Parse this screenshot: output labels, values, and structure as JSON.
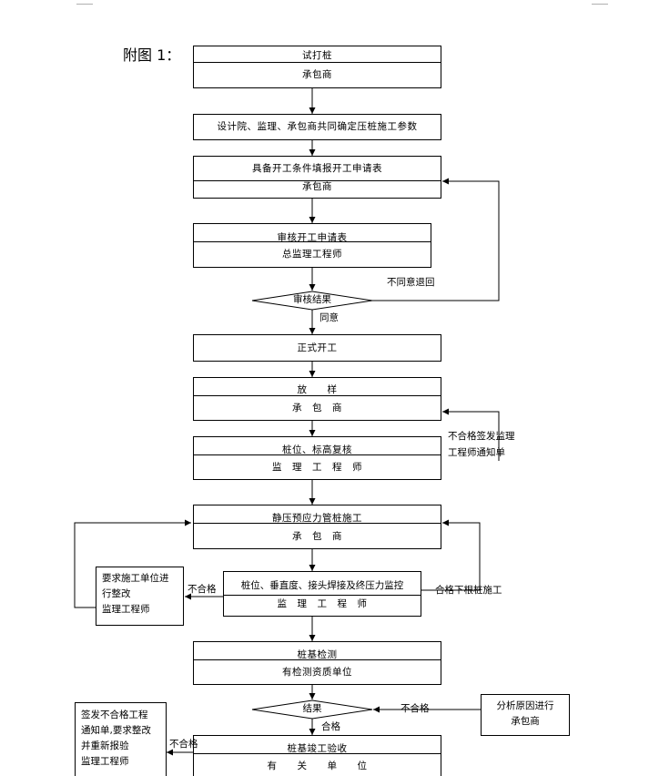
{
  "heading": "附图 1：",
  "steps": {
    "trial_pile": {
      "title": "试打桩",
      "role": "承包商"
    },
    "determine_params": {
      "title": "设计院、监理、承包商共同确定压桩施工参数"
    },
    "apply_start": {
      "title": "具备开工条件填报开工申请表",
      "role": "承包商"
    },
    "review_apply": {
      "title": "审核开工申请表",
      "role": "总监理工程师"
    },
    "review_result": {
      "title": "审核结果"
    },
    "formal_start": {
      "title": "正式开工"
    },
    "layout": {
      "title": "放　　样",
      "role": "承　包　商"
    },
    "recheck": {
      "title": "桩位、标高复核",
      "role": "监　理　工　程　师"
    },
    "static_press": {
      "title": "静压预应力管桩施工",
      "role": "承　包　商"
    },
    "monitor": {
      "title": "桩位、垂直度、接头焊接及终压力监控",
      "role": "监　理　工　程　师"
    },
    "pile_test": {
      "title": "桩基检测",
      "role": "有检测资质单位"
    },
    "test_result": {
      "title": "结果"
    },
    "acceptance": {
      "title": "桩基竣工验收",
      "role": "有　　关　　单　　位"
    }
  },
  "side_boxes": {
    "rectify": {
      "lines": [
        "要求施工单位进",
        "行整改"
      ],
      "role": "监理工程师"
    },
    "analyze": {
      "lines": [
        "分析原因进行"
      ],
      "role": "承包商"
    },
    "reissue": {
      "lines": [
        "签发不合格工程",
        "通知单,要求整改",
        "并重新报验"
      ],
      "role": "监理工程师"
    }
  },
  "edge_labels": {
    "disagree_return": "不同意退回",
    "agree": "同意",
    "unqualified_notice": [
      "不合格签发监理",
      "工程师通知单"
    ],
    "unqualified_left": "不合格",
    "qualified_next": "合格下根桩施工",
    "unqualified_right": "不合格",
    "qualified": "合格",
    "unqualified_bottom": "不合格"
  }
}
